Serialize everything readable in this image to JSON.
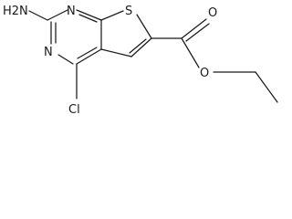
{
  "molecule": {
    "atom_labels": {
      "amine": "H2N",
      "ring_n_top": "N",
      "ring_n_left": "N",
      "sulfur": "S",
      "carbonyl_o": "O",
      "ester_o": "O",
      "chlorine": "Cl"
    }
  }
}
